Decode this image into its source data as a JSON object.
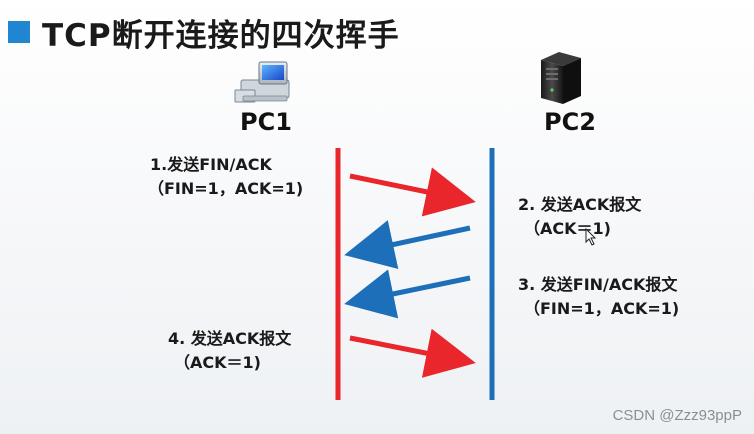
{
  "title": "TCP断开连接的四次挥手",
  "hosts": {
    "pc1_label": "PC1",
    "pc2_label": "PC2",
    "pc1_icon": "desktop-computer-icon",
    "pc2_icon": "server-tower-icon"
  },
  "steps": {
    "step1_line1": "1.发送FIN/ACK",
    "step1_line2": "（FIN=1，ACK=1)",
    "step2_line1": "2. 发送ACK报文",
    "step2_line2": "（ACK＝1)",
    "step3_line1": "3. 发送FIN/ACK报文",
    "step3_line2": "（FIN=1，ACK=1)",
    "step4_line1": "4. 发送ACK报文",
    "step4_line2": "（ACK＝1)"
  },
  "colors": {
    "pc1_line": "#e8262b",
    "pc2_line": "#1c6fb8",
    "accent": "#1f86cf"
  },
  "watermark": "CSDN @Zzz93ppP"
}
